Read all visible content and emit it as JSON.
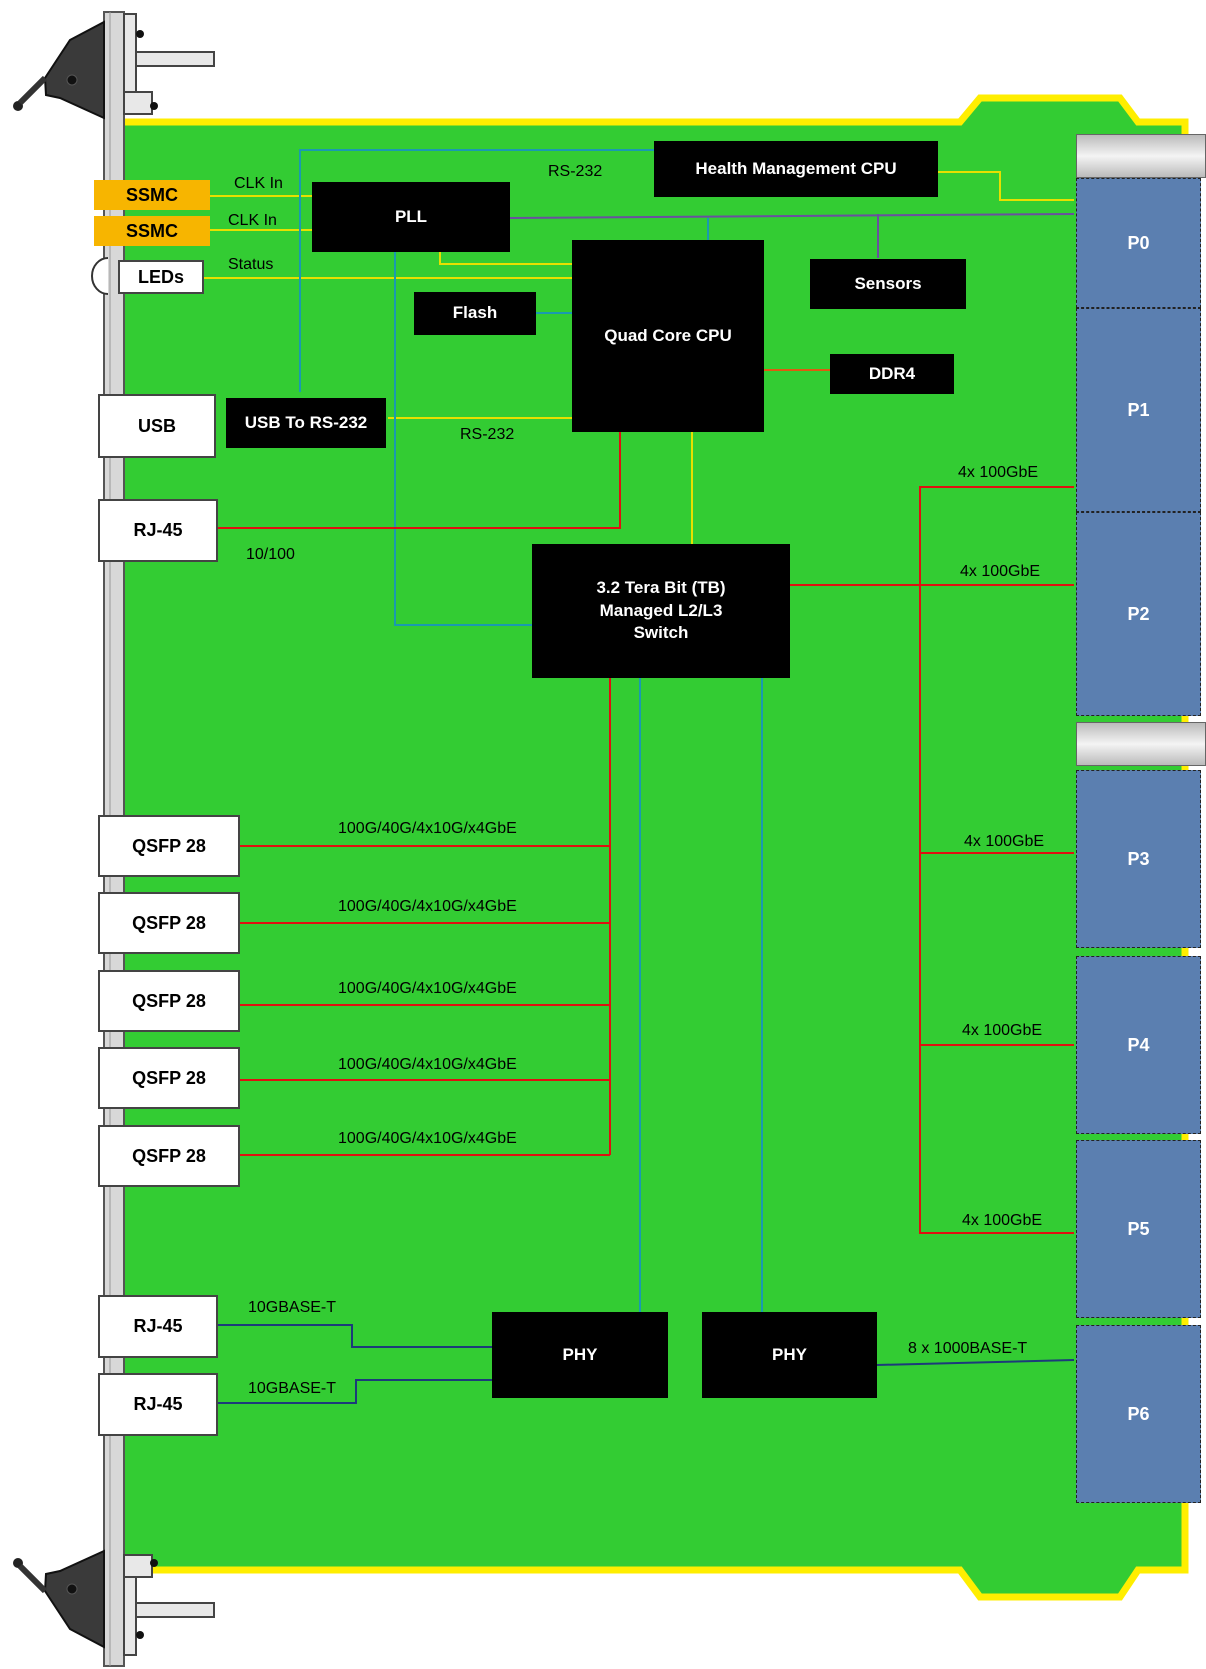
{
  "blocks": {
    "health_cpu": "Health Management CPU",
    "pll": "PLL",
    "sensors": "Sensors",
    "flash": "Flash",
    "quad_cpu": "Quad Core CPU",
    "ddr4": "DDR4",
    "usb_rs232": "USB To RS-232",
    "switch_line1": "3.2 Tera Bit (TB)",
    "switch_line2": "Managed L2/L3",
    "switch_line3": "Switch",
    "phy1": "PHY",
    "phy2": "PHY"
  },
  "front_panel": {
    "ssmc1": "SSMC",
    "ssmc2": "SSMC",
    "leds": "LEDs",
    "usb": "USB",
    "rj45_top": "RJ-45",
    "qsfp": [
      "QSFP 28",
      "QSFP 28",
      "QSFP 28",
      "QSFP 28",
      "QSFP 28"
    ],
    "rj45_a": "RJ-45",
    "rj45_b": "RJ-45"
  },
  "labels": {
    "clk_in1": "CLK In",
    "clk_in2": "CLK In",
    "status": "Status",
    "rs232_top": "RS-232",
    "rs232_mid": "RS-232",
    "speed_10_100": "10/100",
    "qsfp_speeds": [
      "100G/40G/4x10G/x4GbE",
      "100G/40G/4x10G/x4GbE",
      "100G/40G/4x10G/x4GbE",
      "100G/40G/4x10G/x4GbE",
      "100G/40G/4x10G/x4GbE"
    ],
    "backplane_speeds": [
      "4x 100GbE",
      "4x 100GbE",
      "4x 100GbE",
      "4x 100GbE",
      "4x 100GbE"
    ],
    "tenG_a": "10GBASE-T",
    "tenG_b": "10GBASE-T",
    "gbase_8x": "8 x 1000BASE-T"
  },
  "backplane": [
    "P0",
    "P1",
    "P2",
    "P3",
    "P4",
    "P5",
    "P6"
  ],
  "colors": {
    "pcb": "#33cc33",
    "pcb_edge": "#ffee00",
    "red_link": "#e01010",
    "blue_link": "#1a6fd0",
    "teal_link": "#1a9ab0",
    "yellow_link": "#e6e000",
    "purple_link": "#6a4fa0",
    "orange_link": "#e05a10",
    "connector": "#5b7fb0",
    "ssmc": "#f7b500"
  }
}
